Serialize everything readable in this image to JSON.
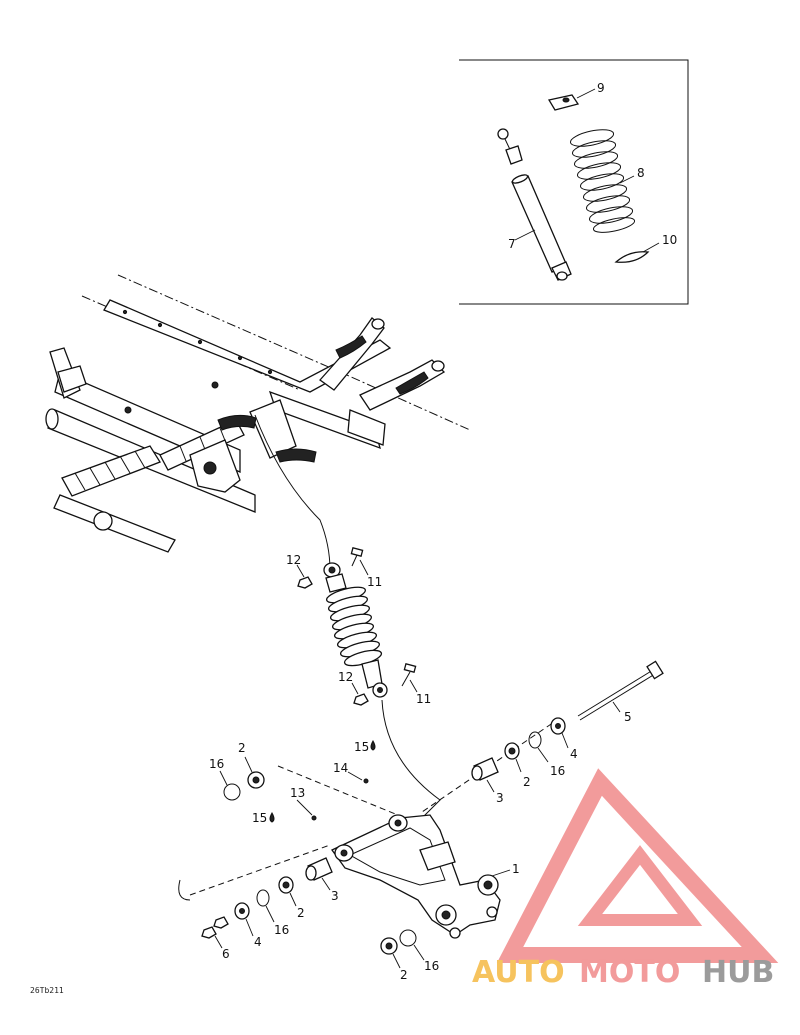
{
  "callouts": {
    "c1": "1",
    "c2a": "2",
    "c2b": "2",
    "c2c": "2",
    "c2d": "2",
    "c3a": "3",
    "c3b": "3",
    "c4a": "4",
    "c4b": "4",
    "c5": "5",
    "c6": "6",
    "c7": "7",
    "c8": "8",
    "c9": "9",
    "c10": "10",
    "c11a": "11",
    "c11b": "11",
    "c12a": "12",
    "c12b": "12",
    "c13": "13",
    "c14": "14",
    "c15a": "15",
    "c15b": "15",
    "c16a": "16",
    "c16b": "16",
    "c16c": "16",
    "c16d": "16"
  },
  "reference_code": "26Tb211",
  "watermark": {
    "word_part1": "AUTO",
    "word_part2": "MOTO",
    "word_part3": "HUB",
    "color_primary": "#f08a8a",
    "color_secondary": "#f5b942",
    "color_tertiary": "#8a8a8a"
  }
}
